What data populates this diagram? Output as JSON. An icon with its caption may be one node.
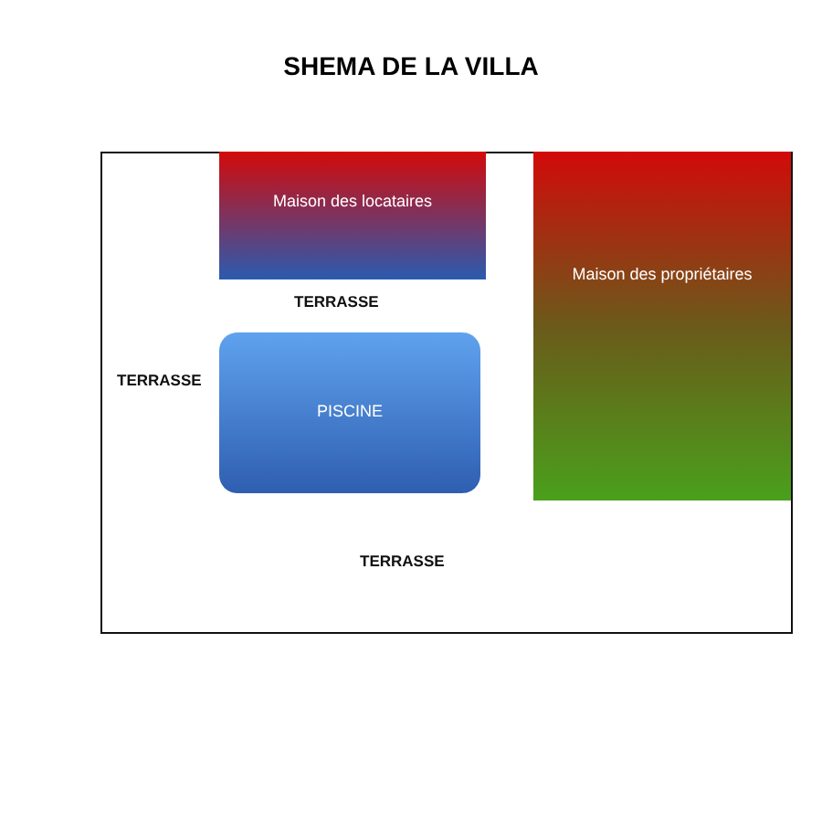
{
  "diagram": {
    "title": "SHEMA DE LA VILLA",
    "nodes": [
      {
        "text": [],
        "shape": "box"
      },
      {
        "text": [
          "Maison des locataires"
        ],
        "in": 0
      },
      {
        "text": [
          "Maison des propriétaires"
        ],
        "in": 0
      },
      {
        "text": [
          "PISCINE"
        ],
        "in": 0
      }
    ],
    "labels": [
      "TERRASSE",
      "TERRASSE",
      "TERRASSE"
    ]
  }
}
